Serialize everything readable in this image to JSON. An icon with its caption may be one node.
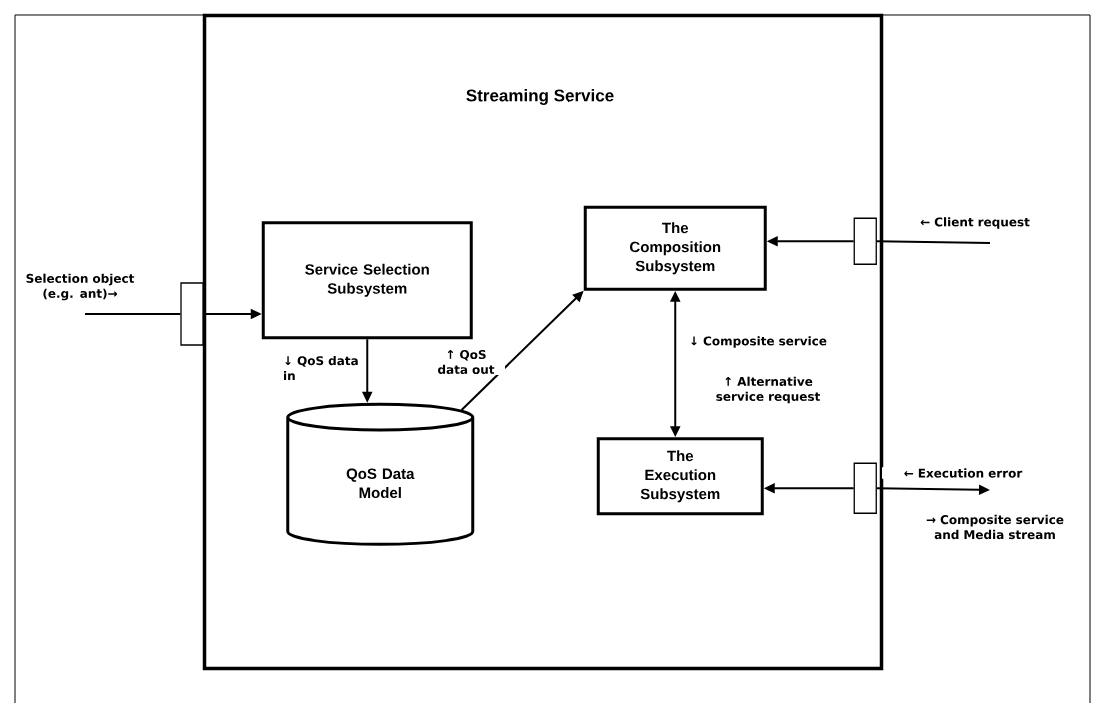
{
  "diagram": {
    "nodes": [
      {
        "text": [
          "Streaming Service"
        ]
      },
      {
        "text": [
          "Service  Selection Subsystem"
        ],
        "in": 0
      },
      {
        "text": [
          "The Composition Subsystem"
        ],
        "in": 0
      },
      {
        "text": [
          "QoS Data Model"
        ],
        "in": 0
      },
      {
        "text": [
          "The Execution Subsystem"
        ],
        "in": 0
      },
      {
        "text": [],
        "shape": "box"
      },
      {
        "text": [],
        "shape": "box",
        "in": 0
      },
      {
        "text": [],
        "shape": "box",
        "in": 0
      }
    ],
    "edges": [
      {
        "from": null,
        "to": 5,
        "arrow": "none",
        "label": "Selection object (e.g. ant)→"
      },
      {
        "from": 5,
        "to": 1,
        "arrow": "to"
      },
      {
        "from": 1,
        "to": 3,
        "arrow": "to",
        "label": "↓ QoS data in"
      },
      {
        "from": 3,
        "to": 2,
        "arrow": "to",
        "label": "↑ QoS data out"
      },
      {
        "from": 2,
        "to": 4,
        "arrow": "both",
        "label": "↓ Composite service"
      },
      {
        "from": 6,
        "to": 2,
        "arrow": "to"
      },
      {
        "from": null,
        "to": 6,
        "arrow": "none",
        "label": "← Client request"
      },
      {
        "from": 7,
        "to": 4,
        "arrow": "to"
      },
      {
        "from": 7,
        "to": null,
        "arrow": "to",
        "label": "← Execution error"
      }
    ],
    "labels": [
      "↑ Alternative service request",
      "→ Composite service and Media stream"
    ]
  }
}
